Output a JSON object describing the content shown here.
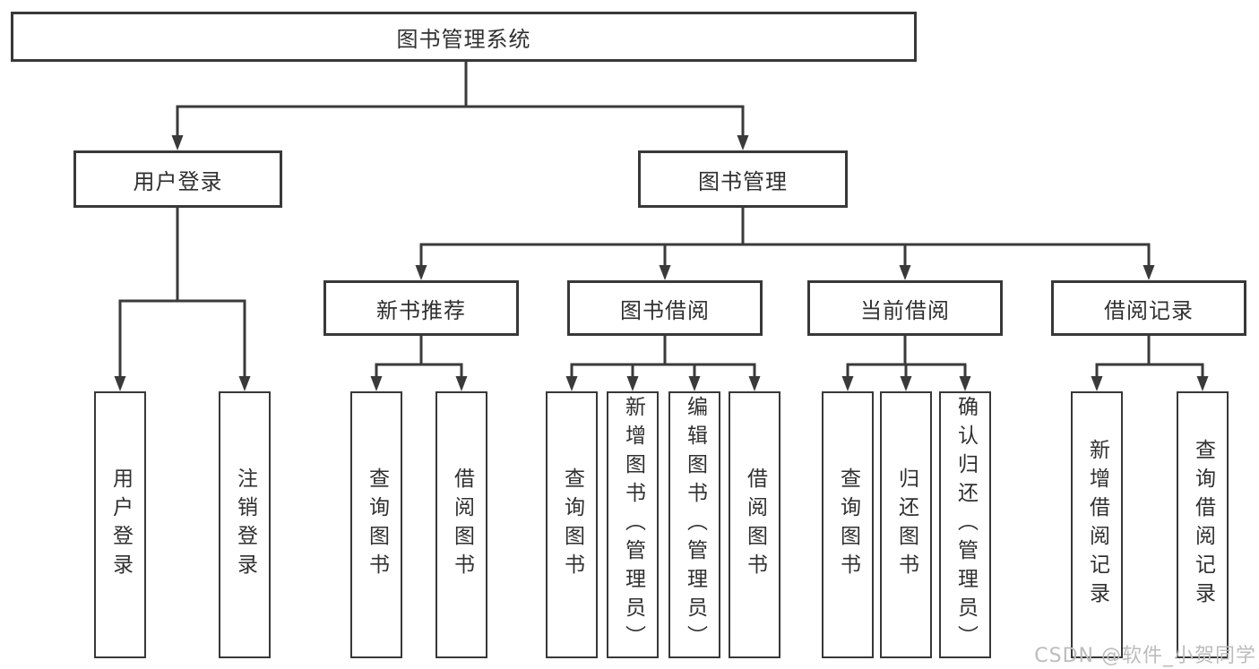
{
  "diagram": {
    "title": "图书管理系统",
    "watermark": "CSDN @软件_小贺同学",
    "colors": {
      "line": "#3a3a3a",
      "border": "#383838",
      "text": "#303030",
      "box_background": "#ffffff",
      "watermark": "#bcbcbc"
    },
    "nodes": {
      "root": "图书管理系统",
      "user_login": "用户登录",
      "book_management": "图书管理",
      "new_book_recommend": "新书推荐",
      "book_borrowing": "图书借阅",
      "current_borrowing": "当前借阅",
      "borrowing_records": "借阅记录",
      "login": "用户登录",
      "logout": "注销登录",
      "nbr_query_books": "查询图书",
      "nbr_borrow_books": "借阅图书",
      "bb_query_books": "查询图书",
      "bb_add_books": "新增图书（管理员）",
      "bb_edit_books": "编辑图书（管理员）",
      "bb_borrow_books": "借阅图书",
      "cb_query_books": "查询图书",
      "cb_return_books": "归还图书",
      "cb_confirm_return": "确认归还（管理员）",
      "br_add_record": "新增借阅记录",
      "br_query_record": "查询借阅记录"
    },
    "hierarchy_note": "root > [user_login > (login, logout)], [book_management > (new_book_recommend > nbr_query_books, nbr_borrow_books), (book_borrowing > bb_query_books, bb_add_books, bb_edit_books, bb_borrow_books), (current_borrowing > cb_query_books, cb_return_books, cb_confirm_return), (borrowing_records > br_add_record, br_query_record)]"
  }
}
